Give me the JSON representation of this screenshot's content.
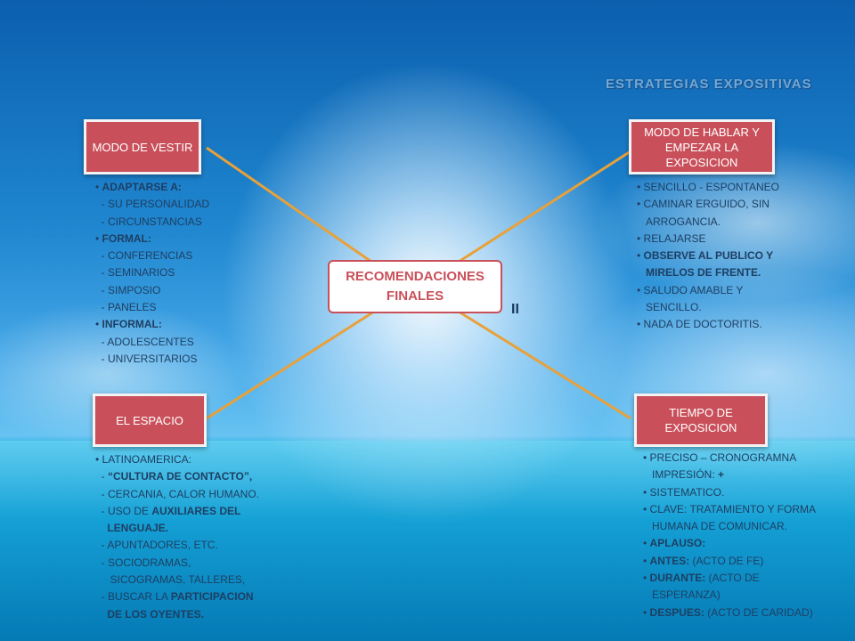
{
  "title": "ESTRATEGIAS EXPOSITIVAS",
  "center": "RECOMENDACIONES\nFINALES",
  "mark": "II",
  "colors": {
    "box": "#c9505a",
    "connector": "#e8a13a",
    "text": "#1e3f63"
  },
  "nodes": {
    "vestir": "MODO DE VESTIR",
    "hablar": "MODO DE HABLAR Y EMPEZAR LA EXPOSICION",
    "espacio": "EL ESPACIO",
    "tiempo": "TIEMPO DE EXPOSICION"
  },
  "lists": {
    "vestir": [
      [
        {
          "t": "• "
        },
        {
          "t": "ADAPTARSE A:",
          "b": true
        }
      ],
      [
        {
          "t": "  - SU PERSONALIDAD"
        }
      ],
      [
        {
          "t": "  - CIRCUNSTANCIAS"
        }
      ],
      [
        {
          "t": "• "
        },
        {
          "t": "FORMAL:",
          "b": true
        }
      ],
      [
        {
          "t": "  - CONFERENCIAS"
        }
      ],
      [
        {
          "t": "  - SEMINARIOS"
        }
      ],
      [
        {
          "t": "  - SIMPOSIO"
        }
      ],
      [
        {
          "t": "  - PANELES"
        }
      ],
      [
        {
          "t": "• "
        },
        {
          "t": "INFORMAL:",
          "b": true
        }
      ],
      [
        {
          "t": "  - ADOLESCENTES"
        }
      ],
      [
        {
          "t": "  - UNIVERSITARIOS"
        }
      ]
    ],
    "hablar": [
      [
        {
          "t": "• SENCILLO  -  ESPONTANEO"
        }
      ],
      [
        {
          "t": "• CAMINAR ERGUIDO, SIN"
        }
      ],
      [
        {
          "t": "   ARROGANCIA."
        }
      ],
      [
        {
          "t": "• RELAJARSE"
        }
      ],
      [
        {
          "t": "• "
        },
        {
          "t": "OBSERVE AL PUBLICO Y",
          "b": true
        }
      ],
      [
        {
          "t": "   MIRELOS DE FRENTE.",
          "b": true
        }
      ],
      [
        {
          "t": "• SALUDO AMABLE Y"
        }
      ],
      [
        {
          "t": "   SENCILLO."
        }
      ],
      [
        {
          "t": "• NADA DE DOCTORITIS."
        }
      ]
    ],
    "espacio": [
      [
        {
          "t": "• LATINOAMERICA:"
        }
      ],
      [
        {
          "t": "  - "
        },
        {
          "t": "“CULTURA DE CONTACTO”,",
          "b": true
        }
      ],
      [
        {
          "t": "  - CERCANIA, CALOR HUMANO."
        }
      ],
      [
        {
          "t": "  - USO DE "
        },
        {
          "t": "AUXILIARES DEL",
          "b": true
        }
      ],
      [
        {
          "t": "    LENGUAJE.",
          "b": true
        }
      ],
      [
        {
          "t": "  - APUNTADORES, ETC."
        }
      ],
      [
        {
          "t": "  - SOCIODRAMAS,"
        }
      ],
      [
        {
          "t": "     SICOGRAMAS, TALLERES,"
        }
      ],
      [
        {
          "t": "  - BUSCAR LA "
        },
        {
          "t": "PARTICIPACION",
          "b": true
        }
      ],
      [
        {
          "t": "    DE LOS OYENTES.",
          "b": true
        }
      ]
    ],
    "tiempo": [
      [
        {
          "t": "• PRECISO – CRONOGRAMNA"
        }
      ],
      [
        {
          "t": "   IMPRESIÓN: "
        },
        {
          "t": "+",
          "b": true
        }
      ],
      [
        {
          "t": "• SISTEMATICO."
        }
      ],
      [
        {
          "t": "• CLAVE: TRATAMIENTO Y FORMA"
        }
      ],
      [
        {
          "t": "   HUMANA DE COMUNICAR."
        }
      ],
      [
        {
          "t": "• "
        },
        {
          "t": "APLAUSO:",
          "b": true
        }
      ],
      [
        {
          "t": "• "
        },
        {
          "t": "ANTES:",
          "b": true
        },
        {
          "t": " (ACTO DE FE)"
        }
      ],
      [
        {
          "t": "• "
        },
        {
          "t": "DURANTE:",
          "b": true
        },
        {
          "t": " (ACTO DE"
        }
      ],
      [
        {
          "t": "   ESPERANZA)"
        }
      ],
      [
        {
          "t": "• "
        },
        {
          "t": "DESPUES:",
          "b": true
        },
        {
          "t": " (ACTO DE CARIDAD)"
        }
      ]
    ]
  }
}
